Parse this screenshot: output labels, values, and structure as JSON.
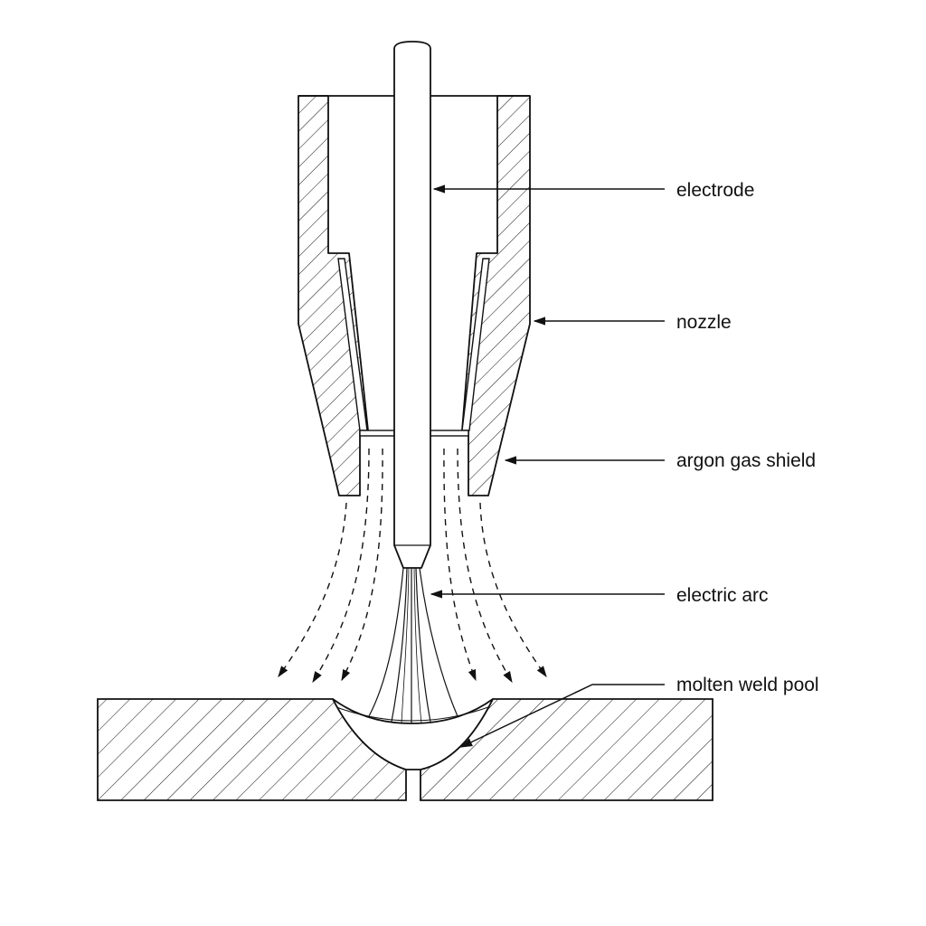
{
  "labels": {
    "electrode": "electrode",
    "nozzle": "nozzle",
    "argon_gas_shield": "argon gas shield",
    "electric_arc": "electric arc",
    "molten_weld_pool": "molten weld pool"
  },
  "colors": {
    "line": "#111111",
    "background": "#ffffff"
  }
}
